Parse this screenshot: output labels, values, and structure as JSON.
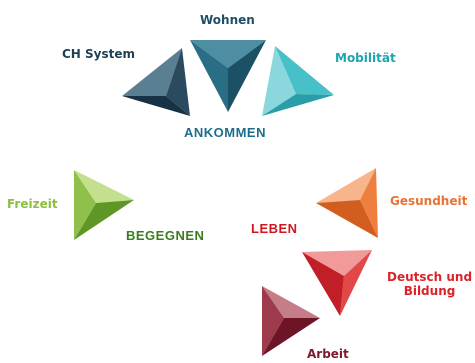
{
  "colors": {
    "ankommen": "#1f6d8a",
    "begegnen": "#3b7d1e",
    "leben": "#d0171f"
  },
  "groups": {
    "ankommen": "ANKOMMEN",
    "begegnen": "BEGEGNEN",
    "leben": "LEBEN"
  },
  "items": {
    "wohnen": {
      "label": "Wohnen",
      "color": "#1e4f66"
    },
    "ch_system": {
      "label": "CH System",
      "color": "#1e3f55"
    },
    "mobilitaet": {
      "label": "Mobilität",
      "color": "#1fa5ad"
    },
    "freizeit": {
      "label": "Freizeit",
      "color": "#8cbf3f"
    },
    "gesundheit": {
      "label": "Gesundheit",
      "color": "#e87232"
    },
    "deutsch_bildung": {
      "label_line1": "Deutsch und",
      "label_line2": "Bildung",
      "color": "#d9242a"
    },
    "arbeit": {
      "label": "Arbeit",
      "color": "#7a1b2c"
    }
  },
  "shape_colors": {
    "ch_system": [
      "#5b7f92",
      "#2b4a5e",
      "#173246"
    ],
    "wohnen": [
      "#4d8ea3",
      "#2a6e86",
      "#1c5064"
    ],
    "mobilitaet": [
      "#8ad8dd",
      "#47c0c8",
      "#2a9ea8"
    ],
    "freizeit": [
      "#c2e08e",
      "#8fc04c",
      "#5f9727"
    ],
    "gesundheit": [
      "#f8b48a",
      "#ef7f3e",
      "#d15e1e"
    ],
    "deutsch_bildung": [
      "#f19a9a",
      "#e34848",
      "#c21e28"
    ],
    "arbeit": [
      "#c57e88",
      "#9d3a4c",
      "#6d1426"
    ]
  }
}
